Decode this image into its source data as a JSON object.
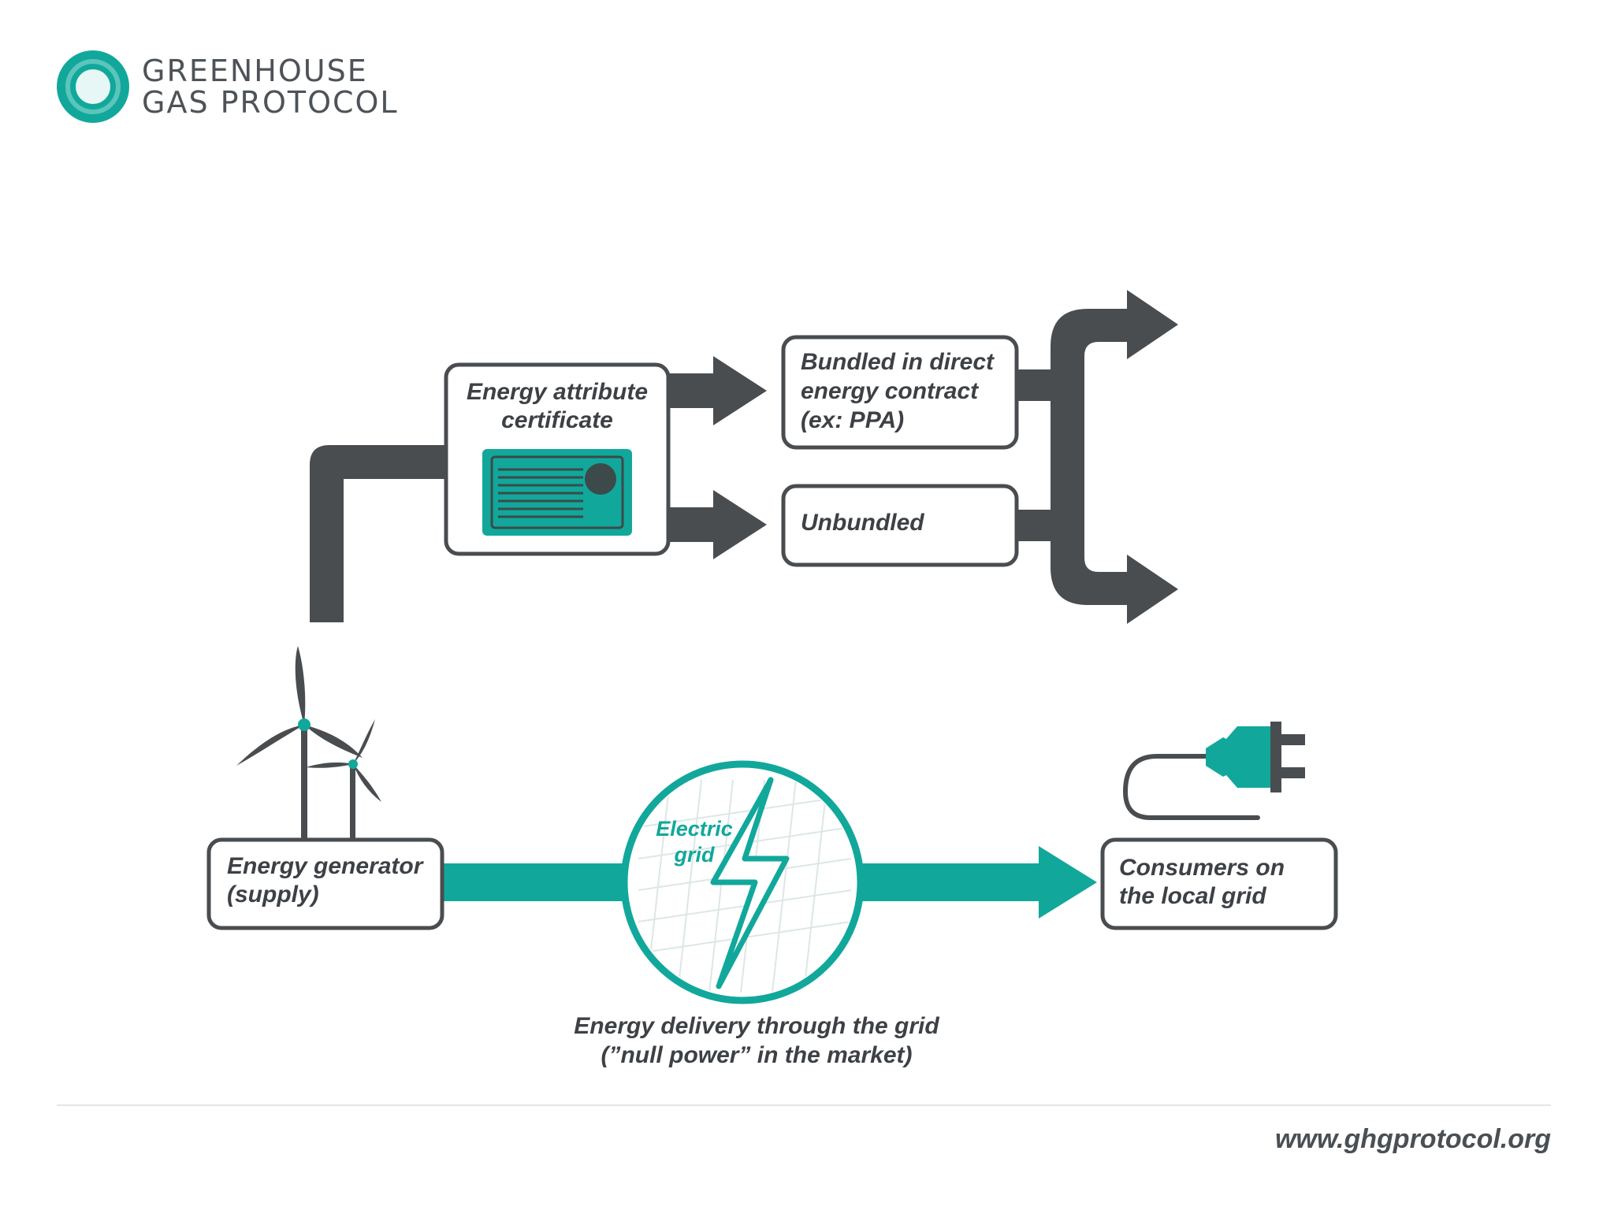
{
  "brand": {
    "name_line1": "GREENHOUSE",
    "name_line2": "GAS PROTOCOL",
    "accent_color": "#11a89b",
    "dark_color": "#4a4d50"
  },
  "nodes": {
    "certificate": {
      "line1": "Energy attribute",
      "line2": "certificate"
    },
    "bundled": {
      "line1": "Bundled in direct",
      "line2": "energy contract",
      "line3": "(ex: PPA)"
    },
    "unbundled": {
      "label": "Unbundled"
    },
    "generator": {
      "line1": "Energy generator",
      "line2": "(supply)"
    },
    "grid": {
      "line1": "Electric",
      "line2": "grid"
    },
    "consumers": {
      "line1": "Consumers on",
      "line2": "the local grid"
    }
  },
  "delivery_caption": {
    "line1": "Energy delivery through the grid",
    "line2": "(”null power” in the market)"
  },
  "icons": [
    "wind-turbine-icon",
    "certificate-icon",
    "lightning-icon",
    "power-plug-icon"
  ],
  "footer": {
    "url": "www.ghgprotocol.org"
  }
}
